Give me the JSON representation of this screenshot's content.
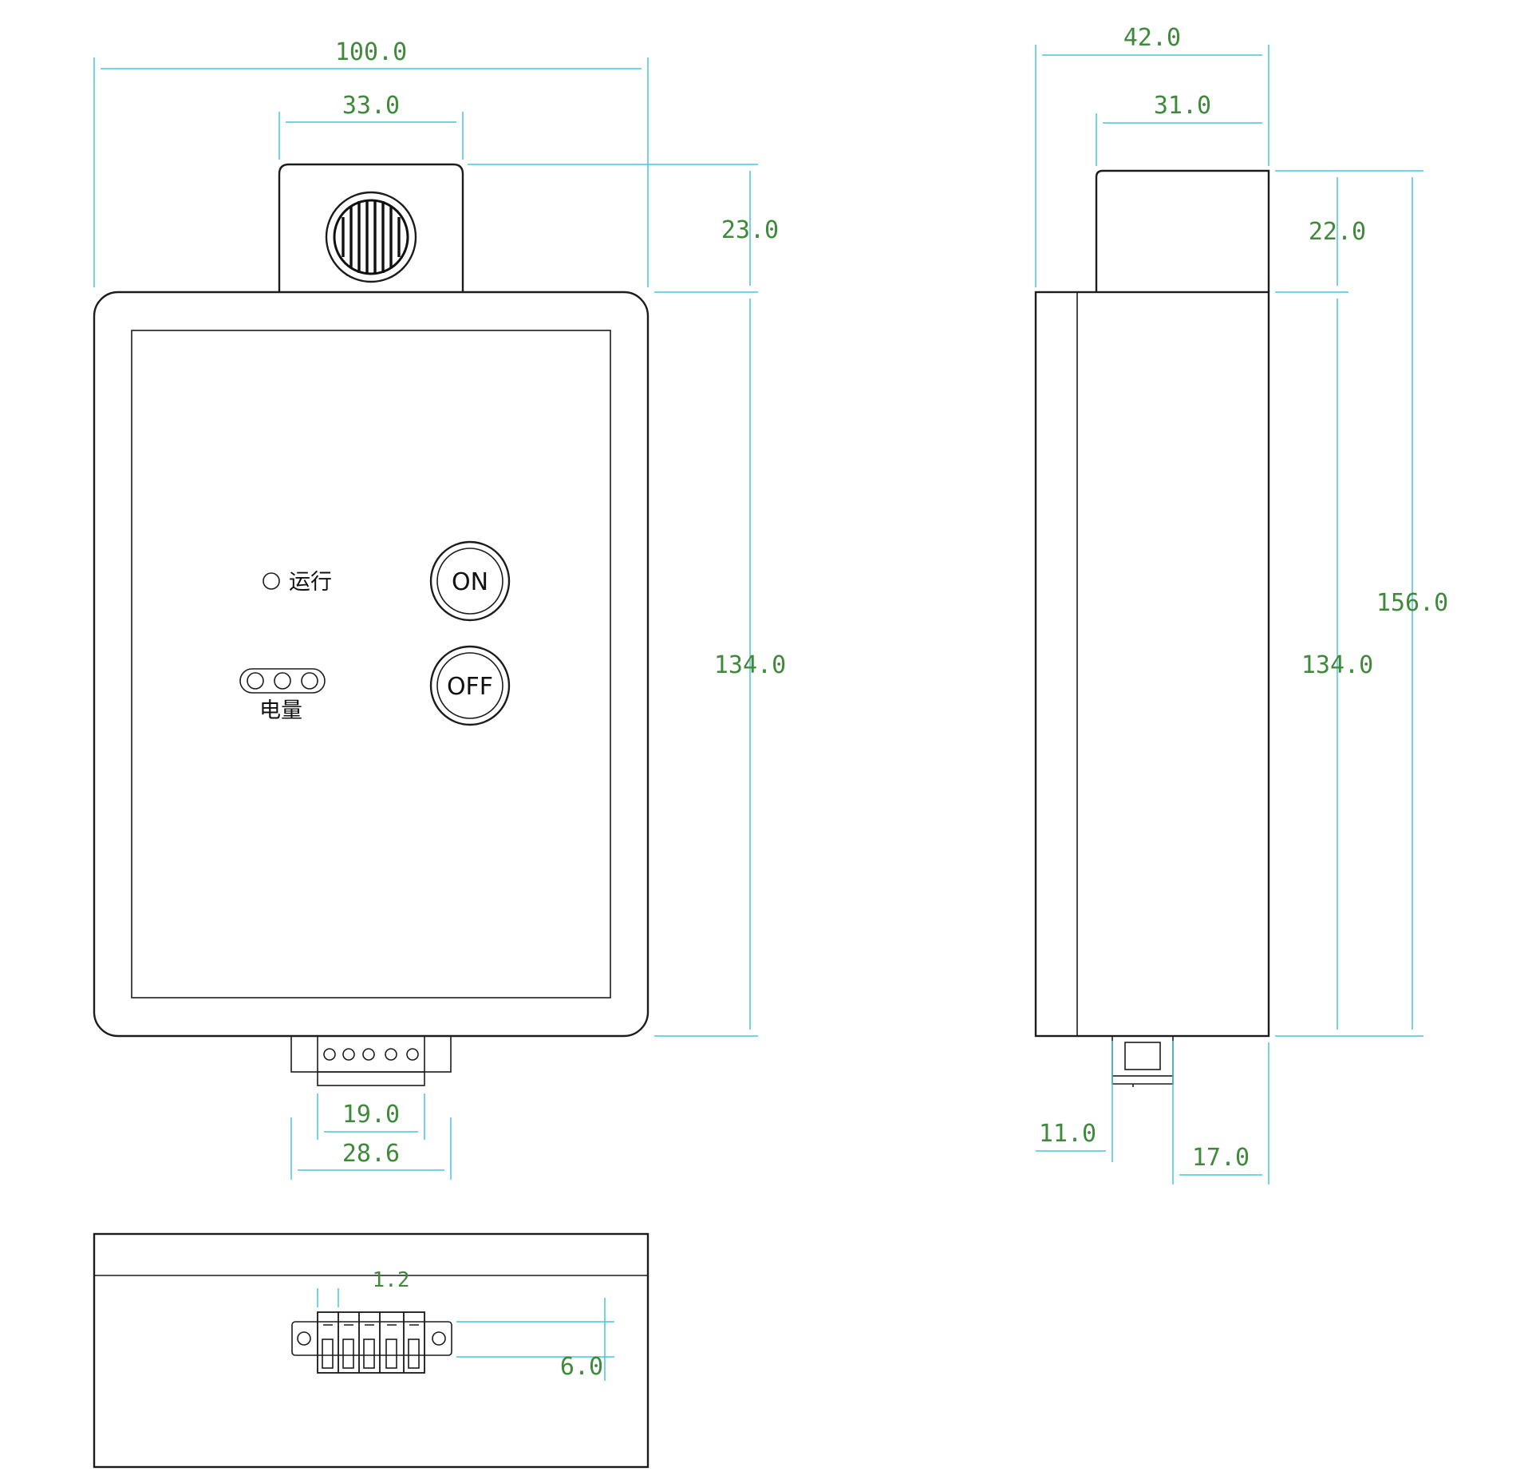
{
  "dimensions": {
    "front_width": "100.0",
    "sensor_width": "33.0",
    "sensor_height": "23.0",
    "front_body_height": "134.0",
    "terminal_inner_width": "19.0",
    "terminal_outer_width": "28.6",
    "side_depth": "42.0",
    "side_top_width": "31.0",
    "side_sensor_height": "22.0",
    "side_body_height": "134.0",
    "side_total_height": "156.0",
    "side_terminal_offset": "11.0",
    "side_terminal_depth": "17.0",
    "bottom_terminal_label": "1.2",
    "bottom_terminal_height": "6.0"
  },
  "panel": {
    "run_label": "运行",
    "power_label": "电量",
    "on_button": "ON",
    "off_button": "OFF"
  }
}
